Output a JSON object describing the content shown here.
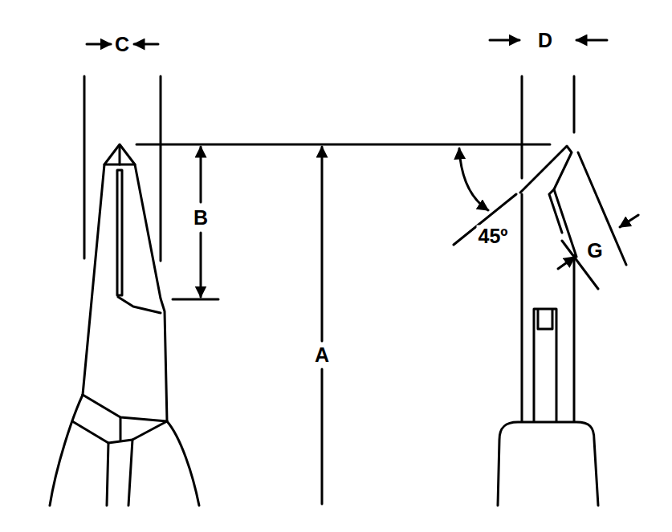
{
  "diagram": {
    "labels": [
      "C",
      "B",
      "A",
      "D",
      "45º",
      "G"
    ]
  }
}
